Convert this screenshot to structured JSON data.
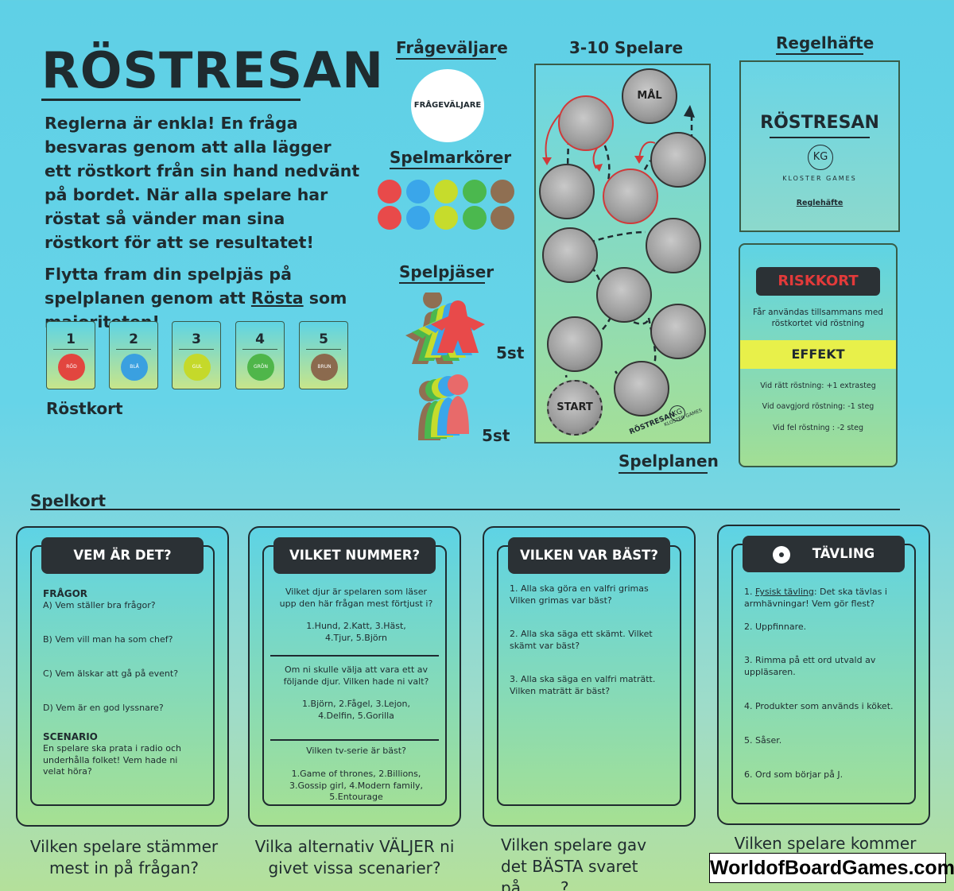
{
  "title": "RÖSTRESAN",
  "intro": "Reglerna är enkla! En fråga besvaras genom att alla lägger ett röstkort från sin hand nedvänt på bordet. När alla spelare har röstat så vänder man sina röstkort för att se resultatet!",
  "intro2": {
    "before": "Flytta fram din spelpjäs på spelplanen genom att ",
    "underlined": "Rösta",
    "after": " som majoriteten!"
  },
  "vote_cards": [
    {
      "num": "1",
      "label": "RÖD",
      "color": "#e2463f"
    },
    {
      "num": "2",
      "label": "BLÅ",
      "color": "#3aa0e0"
    },
    {
      "num": "3",
      "label": "GUL",
      "color": "#c5d92a"
    },
    {
      "num": "4",
      "label": "GRÖN",
      "color": "#4fb64a"
    },
    {
      "num": "5",
      "label": "BRUN",
      "color": "#8b6a4e"
    }
  ],
  "vote_cards_label": "Röstkort",
  "fragevaljare": {
    "heading": "Frågeväljare",
    "circle": "FRÅGEVÄLJARE"
  },
  "spelmarkorer": {
    "heading": "Spelmarkörer",
    "colors": [
      "#e84a4a",
      "#3aa6ea",
      "#c6dc2c",
      "#4bb84e",
      "#8f6f52"
    ]
  },
  "spelpjaser": {
    "heading": "Spelpjäser",
    "count1": "5st",
    "count2": "5st"
  },
  "board": {
    "heading": "3-10 Spelare",
    "goal": "MÅL",
    "start": "START",
    "logo": "RÖSTRESAN",
    "publisher": "KLOSTER GAMES",
    "caption": "Spelplanen"
  },
  "rulebook": {
    "heading": "Regelhäfte",
    "title": "RÖSTRESAN",
    "logo": "KG",
    "publisher": "KLOSTER GAMES",
    "subtitle": "Reglehäfte"
  },
  "riskkort": {
    "title": "RISKKORT",
    "desc": "Får användas tillsammans med röstkortet vid röstning",
    "effekt": "EFFEKT",
    "lines": [
      "Vid rätt röstning: +1 extrasteg",
      "Vid oavgjord röstning: -1 steg",
      "Vid fel röstning : -2 steg"
    ]
  },
  "spelkort": {
    "heading": "Spelkort",
    "cards": [
      {
        "tab": "VEM ÄR DET?",
        "caption": "Vilken spelare stämmer mest in på frågan?"
      },
      {
        "tab": "VILKET NUMMER?",
        "caption": "Vilka alternativ VÄLJER ni givet vissa scenarier?"
      },
      {
        "tab": "VILKEN VAR BÄST?",
        "caption": "Vilken spelare gav det BÄSTA svaret på_____?"
      },
      {
        "tab": "TÄVLING",
        "caption": "Vilken spelare kommer"
      }
    ],
    "card1": {
      "fragor": "FRÅGOR",
      "a": "A) Vem ställer bra frågor?",
      "b": "B) Vem vill man ha som chef?",
      "c": "C) Vem älskar att gå på event?",
      "d": "D) Vem är en god lyssnare?",
      "scenario": "SCENARIO",
      "scenario_text": "En spelare ska prata i radio och underhålla folket! Vem hade ni velat höra?"
    },
    "card2": {
      "q1": "Vilket djur är spelaren som läser upp den här frågan mest förtjust i?",
      "a1": "1.Hund, 2.Katt, 3.Häst, 4.Tjur, 5.Björn",
      "q2": "Om ni skulle välja att vara ett av följande djur. Vilken hade ni valt?",
      "a2": "1.Björn, 2.Fågel, 3.Lejon, 4.Delfin, 5.Gorilla",
      "q3": "Vilken tv-serie är bäst?",
      "a3": "1.Game of thrones, 2.Billions, 3.Gossip girl, 4.Modern family, 5.Entourage"
    },
    "card3": {
      "i1": "1. Alla ska göra en valfri grimas Vilken grimas var bäst?",
      "i2": "2. Alla ska säga ett skämt. Vilket skämt var bäst?",
      "i3": "3. Alla ska säga en valfri maträtt. Vilken maträtt är bäst?"
    },
    "card4": {
      "i1_prefix": "1. ",
      "i1_u": "Fysisk tävling",
      "i1_rest": ": Det ska tävlas i armhävningar! Vem gör flest?",
      "i2": "2. Uppfinnare.",
      "i3": "3. Rimma på ett ord utvald av uppläsaren.",
      "i4": "4. Produkter som används i köket.",
      "i5": "5. Såser.",
      "i6": "6. Ord som börjar på J."
    }
  },
  "watermark": "WorldofBoardGames.com"
}
